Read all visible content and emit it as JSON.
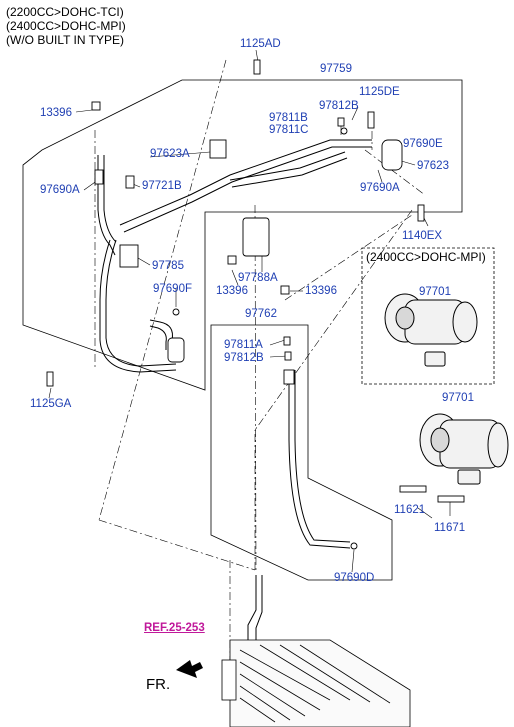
{
  "header": {
    "lines": [
      "(2200CC>DOHC-TCI)",
      "(2400CC>DOHC-MPI)",
      "(W/O BUILT IN TYPE)"
    ]
  },
  "option_box": {
    "title": "(2400CC>DOHC-MPI)"
  },
  "reference": "REF.25-253",
  "direction": "FR.",
  "labels": {
    "p1125AD": "1125AD",
    "p97759": "97759",
    "p13396a": "13396",
    "p1125DE": "1125DE",
    "p97812Ba": "97812B",
    "p97811Ba": "97811B",
    "p97811C": "97811C",
    "p97690E": "97690E",
    "p97623A": "97623A",
    "p97623": "97623",
    "p97690Aa": "97690A",
    "p97721B": "97721B",
    "p97690Ab": "97690A",
    "p1140EX": "1140EX",
    "p97785": "97785",
    "p97788A": "97788A",
    "p13396b": "13396",
    "p13396c": "13396",
    "p97690F": "97690F",
    "p97701a": "97701",
    "p97762": "97762",
    "p97811A": "97811A",
    "p97812Bb": "97812B",
    "p1125GA": "1125GA",
    "p97701b": "97701",
    "p11621": "11621",
    "p11671": "11671",
    "p97690D": "97690D"
  },
  "colors": {
    "label": "#1f3fb3",
    "reference": "#c0189a",
    "line": "#000000"
  }
}
